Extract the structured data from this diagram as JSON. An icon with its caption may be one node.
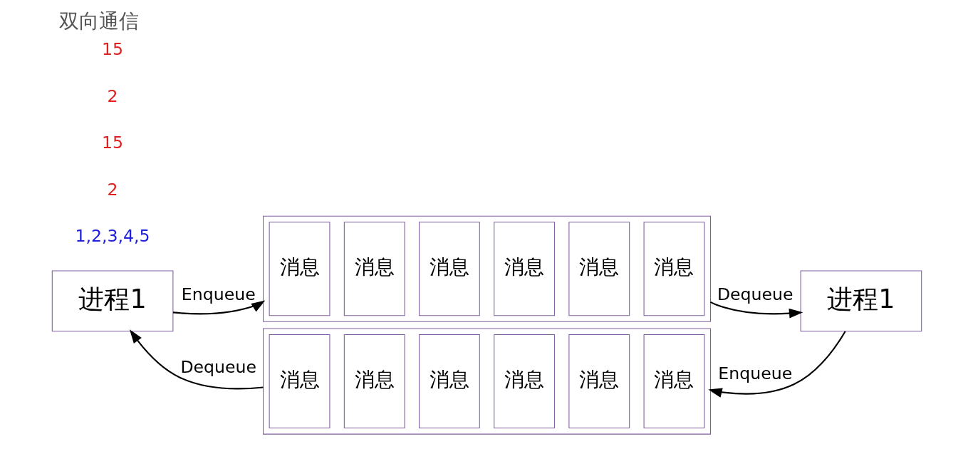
{
  "diagram": {
    "title": "双向通信",
    "nodes": [
      {
        "text": [
          "进程1"
        ]
      },
      {
        "text": [],
        "shape": "box"
      },
      {
        "text": [
          "消息"
        ],
        "in": 1
      },
      {
        "text": [
          "消息"
        ],
        "in": 1
      },
      {
        "text": [
          "消息"
        ],
        "in": 1
      },
      {
        "text": [
          "消息"
        ],
        "in": 1
      },
      {
        "text": [
          "消息"
        ],
        "in": 1
      },
      {
        "text": [
          "消息"
        ],
        "in": 1
      },
      {
        "text": [],
        "shape": "box"
      },
      {
        "text": [
          "消息"
        ],
        "in": 8
      },
      {
        "text": [
          "消息"
        ],
        "in": 8
      },
      {
        "text": [
          "消息"
        ],
        "in": 8
      },
      {
        "text": [
          "消息"
        ],
        "in": 8
      },
      {
        "text": [
          "消息"
        ],
        "in": 8
      },
      {
        "text": [
          "消息"
        ],
        "in": 8
      },
      {
        "text": [
          "进程1"
        ]
      }
    ],
    "edges": [
      {
        "from": 0,
        "to": 1,
        "arrow": "to",
        "label": "Enqueue"
      },
      {
        "from": 1,
        "to": 15,
        "arrow": "to",
        "label": "Dequeue"
      },
      {
        "from": 15,
        "to": 8,
        "arrow": "to",
        "label": "Enqueue"
      },
      {
        "from": 8,
        "to": 0,
        "arrow": "to",
        "label": "Dequeue"
      }
    ],
    "labels": [
      "1,2,3,4,5",
      "2",
      "15",
      "2",
      "15"
    ]
  }
}
